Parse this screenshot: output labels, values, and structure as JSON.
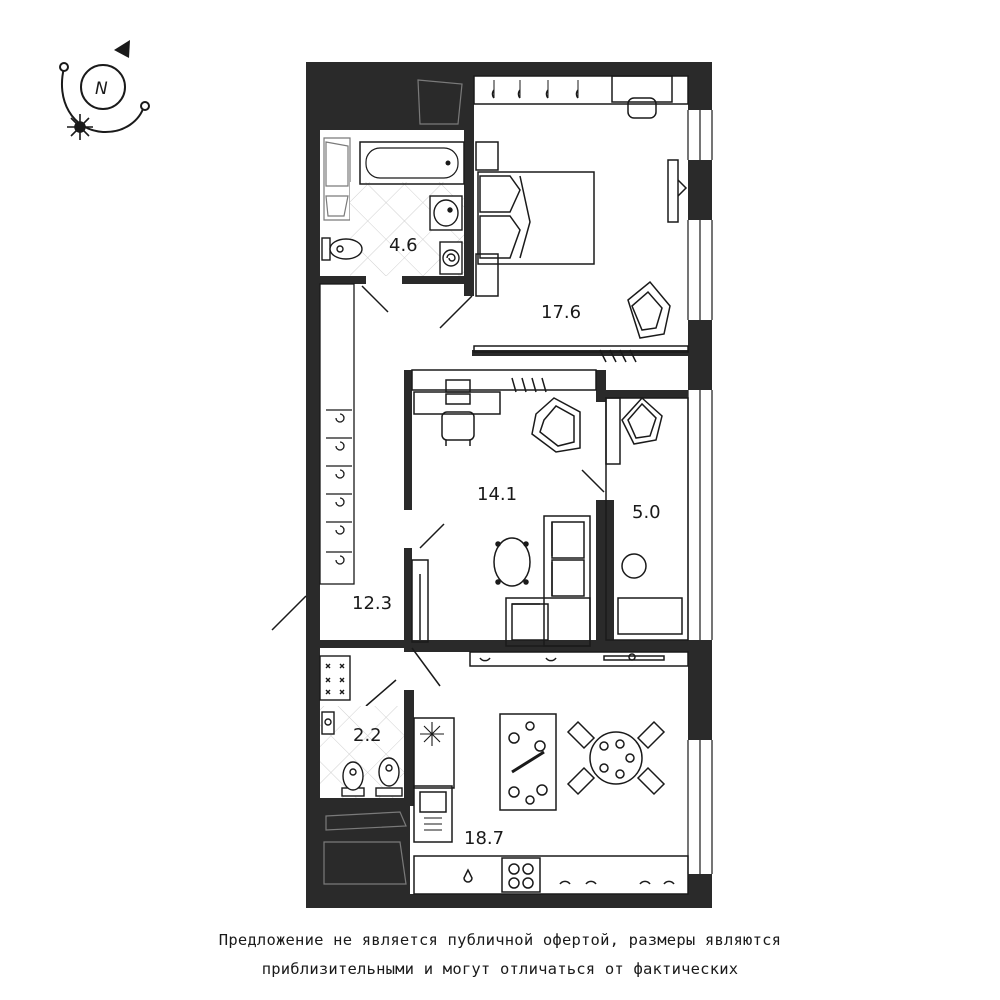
{
  "compass": {
    "letter": "N"
  },
  "rooms": [
    {
      "id": "bathroom",
      "area": "4.6"
    },
    {
      "id": "bedroom",
      "area": "17.6"
    },
    {
      "id": "living-room",
      "area": "14.1"
    },
    {
      "id": "loggia",
      "area": "5.0"
    },
    {
      "id": "hallway",
      "area": "12.3"
    },
    {
      "id": "wc",
      "area": "2.2"
    },
    {
      "id": "kitchen",
      "area": "18.7"
    }
  ],
  "disclaimer": {
    "line1": "Предложение не является публичной офертой, размеры являются",
    "line2": "приблизительными и могут отличаться от фактических"
  },
  "colors": {
    "wall": "#2a2a2a",
    "line": "#1a1a1a",
    "tile": "#d6d6d6",
    "background": "#ffffff"
  }
}
